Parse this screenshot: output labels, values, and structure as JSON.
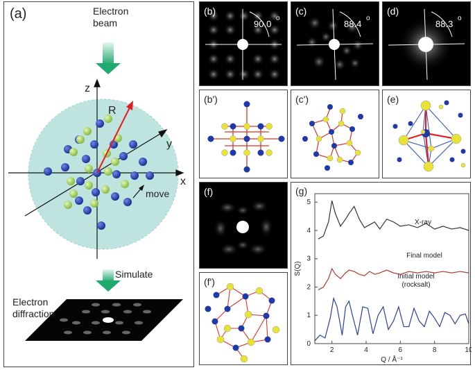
{
  "panels": {
    "a": {
      "label": "(a)",
      "beam": "Electron\nbeam",
      "axis_z": "z",
      "axis_y": "y",
      "axis_x": "x",
      "vector_label": "R",
      "move_label": "move",
      "simulate": "Simulate",
      "diffraction": "Electron\ndiffraction"
    },
    "b": {
      "label": "(b)",
      "angle": "90.0",
      "deg": "o"
    },
    "c": {
      "label": "(c)",
      "angle": "88.4",
      "deg": "o"
    },
    "d": {
      "label": "(d)",
      "angle": "88.3",
      "deg": "o"
    },
    "bp": {
      "label": "(b')"
    },
    "cp": {
      "label": "(c')"
    },
    "e": {
      "label": "(e)"
    },
    "f": {
      "label": "(f)"
    },
    "fp": {
      "label": "(f')"
    },
    "g": {
      "label": "(g)"
    }
  },
  "colors": {
    "blue_atom": "#1f3aa8",
    "green_atom": "#9acd45",
    "yellow_atom": "#e8e235",
    "bond": "#d9342b",
    "sphere": "#bfe4e0",
    "xray": "#333333",
    "final": "#b03a2e",
    "initial": "#2a3f9d"
  },
  "chart_data": {
    "type": "line",
    "xlabel": "Q / Å⁻¹",
    "ylabel": "S(Q)",
    "xlim": [
      1,
      10
    ],
    "ylim": [
      0,
      5.3
    ],
    "xticks": [
      2,
      4,
      6,
      8,
      10
    ],
    "yticks": [
      0,
      1,
      2,
      3,
      4,
      5
    ],
    "series": [
      {
        "name": "X-ray",
        "x": [
          1.2,
          1.5,
          1.8,
          2.0,
          2.2,
          2.5,
          2.8,
          3.0,
          3.3,
          3.6,
          3.9,
          4.2,
          4.5,
          4.8,
          5.2,
          5.6,
          6.0,
          6.5,
          7.0,
          7.5,
          8.0,
          8.5,
          9.0,
          9.5,
          10.0
        ],
        "y": [
          3.7,
          3.8,
          4.3,
          5.05,
          4.6,
          4.15,
          4.4,
          4.6,
          4.85,
          4.4,
          4.1,
          4.2,
          4.3,
          4.05,
          4.4,
          4.3,
          4.15,
          4.2,
          4.1,
          4.25,
          4.05,
          4.15,
          4.05,
          4.1,
          4.0
        ]
      },
      {
        "name": "Final model",
        "x": [
          1.2,
          1.5,
          1.8,
          2.0,
          2.2,
          2.5,
          2.8,
          3.0,
          3.3,
          3.6,
          3.9,
          4.2,
          4.5,
          4.8,
          5.2,
          5.6,
          6.0,
          6.5,
          7.0,
          7.5,
          8.0,
          8.5,
          9.0,
          9.5,
          10.0
        ],
        "y": [
          1.9,
          2.0,
          2.3,
          2.65,
          2.45,
          2.3,
          2.5,
          2.6,
          2.55,
          2.45,
          2.4,
          2.55,
          2.45,
          2.5,
          2.6,
          2.5,
          2.45,
          2.55,
          2.5,
          2.55,
          2.5,
          2.55,
          2.5,
          2.55,
          2.5
        ]
      },
      {
        "name": "Initial model\n(rocksalt)",
        "x": [
          1.0,
          1.3,
          1.6,
          1.9,
          2.1,
          2.3,
          2.6,
          2.8,
          3.0,
          3.2,
          3.5,
          3.8,
          4.1,
          4.4,
          4.7,
          5.0,
          5.3,
          5.6,
          5.9,
          6.2,
          6.5,
          6.8,
          7.1,
          7.4,
          7.7,
          8.0,
          8.3,
          8.6,
          8.9,
          9.2,
          9.5,
          9.8,
          10.0
        ],
        "y": [
          0.1,
          0.3,
          0.2,
          0.9,
          1.6,
          1.3,
          0.3,
          1.3,
          1.5,
          1.0,
          0.3,
          1.3,
          1.25,
          0.35,
          1.0,
          1.3,
          0.5,
          0.8,
          1.3,
          0.6,
          0.6,
          1.25,
          0.8,
          0.6,
          1.15,
          0.9,
          0.6,
          1.1,
          1.0,
          0.7,
          1.0,
          1.05,
          0.7
        ]
      }
    ]
  }
}
